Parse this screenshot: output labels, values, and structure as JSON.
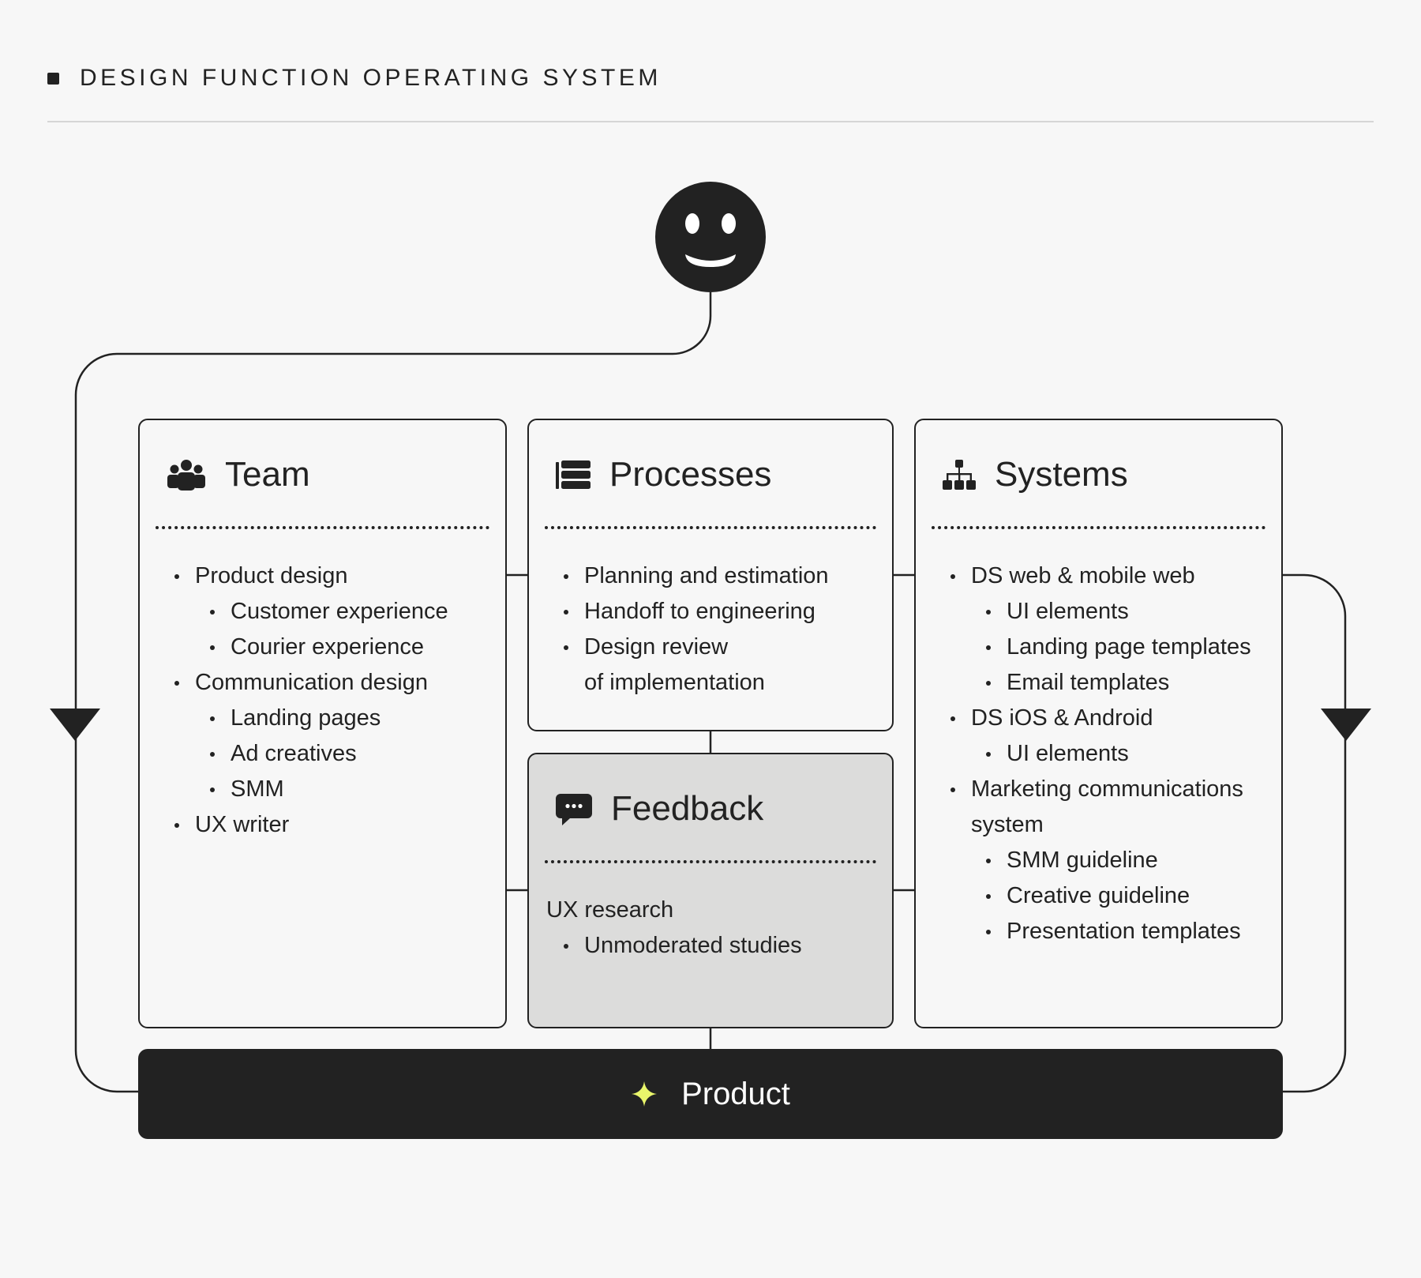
{
  "header": {
    "title": "DESIGN FUNCTION OPERATING SYSTEM"
  },
  "icons": {
    "header": "square-bullet-icon",
    "user": "smiley-face-icon",
    "team": "people-group-icon",
    "processes": "list-stack-icon",
    "systems": "hierarchy-tree-icon",
    "feedback": "chat-bubble-icon",
    "product": "sparkle-star-icon"
  },
  "cards": {
    "team": {
      "title": "Team",
      "items": [
        {
          "text": "Product design",
          "level": 0
        },
        {
          "text": "Customer experience",
          "level": 1
        },
        {
          "text": "Courier experience",
          "level": 1
        },
        {
          "text": "Communication design",
          "level": 0
        },
        {
          "text": "Landing pages",
          "level": 1
        },
        {
          "text": "Ad creatives",
          "level": 1
        },
        {
          "text": "SMM",
          "level": 1
        },
        {
          "text": "UX writer",
          "level": 0
        }
      ]
    },
    "processes": {
      "title": "Processes",
      "items": [
        {
          "text": "Planning and estimation",
          "level": 0
        },
        {
          "text": "Handoff to engineering",
          "level": 0
        },
        {
          "text": "Design review",
          "level": 0
        },
        {
          "text": "of implementation",
          "level": 0,
          "continuation": true
        }
      ]
    },
    "feedback": {
      "title": "Feedback",
      "items": [
        {
          "text": "UX research",
          "level": 0,
          "plain": true
        },
        {
          "text": "Unmoderated studies",
          "level": 0
        }
      ]
    },
    "systems": {
      "title": "Systems",
      "items": [
        {
          "text": "DS web & mobile web",
          "level": 0
        },
        {
          "text": "UI elements",
          "level": 1
        },
        {
          "text": "Landing page templates",
          "level": 1
        },
        {
          "text": "Email templates",
          "level": 1
        },
        {
          "text": "DS iOS & Android",
          "level": 0
        },
        {
          "text": "UI elements",
          "level": 1
        },
        {
          "text": "Marketing communications",
          "level": 0
        },
        {
          "text": "system",
          "level": 0,
          "continuation": true
        },
        {
          "text": "SMM guideline",
          "level": 1
        },
        {
          "text": "Creative guideline",
          "level": 1
        },
        {
          "text": "Presentation templates",
          "level": 1
        }
      ]
    }
  },
  "product": {
    "label": "Product"
  },
  "colors": {
    "background": "#f7f7f7",
    "ink": "#222222",
    "feedback_fill": "#dcdcdb",
    "sparkle": "#e9f56b",
    "rule": "#d6d6d6"
  }
}
